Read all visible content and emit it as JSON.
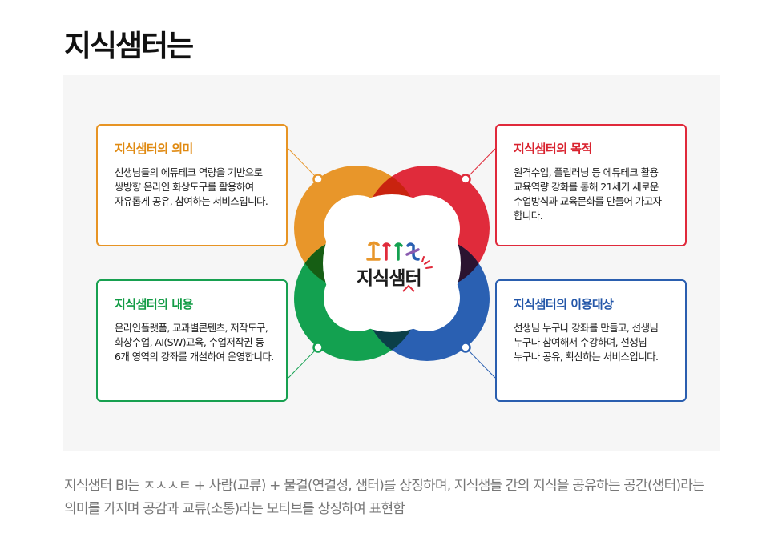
{
  "page": {
    "title": "지식샘터는"
  },
  "logo": {
    "wordmark": "지식샘터"
  },
  "cards": {
    "meaning": {
      "title": "지식샘터의 의미",
      "text": "선생님들의 에듀테크 역량을 기반으로 쌍방향 온라인 화상도구를 활용하여 자유롭게 공유, 참여하는 서비스입니다."
    },
    "purpose": {
      "title": "지식샘터의 목적",
      "text": "원격수업, 플립러닝 등 에듀테크 활용 교육역량 강화를 통해 21세기 새로운 수업방식과 교육문화를 만들어 가고자 합니다."
    },
    "content": {
      "title": "지식샘터의 내용",
      "text": "온라인플랫폼, 교과별콘텐츠, 저작도구, 화상수업, AI(SW)교육, 수업저작권 등 6개 영역의 강좌를 개설하여 운영합니다."
    },
    "target": {
      "title": "지식샘터의 이용대상",
      "text": "선생님 누구나 강좌를 만들고, 선생님 누구나 참여해서 수강하며, 선생님 누구나 공유, 확산하는 서비스입니다."
    }
  },
  "footer": {
    "description": "지식샘터 BI는 ㅈㅅㅅㅌ + 사람(교류) + 물결(연결성, 샘터)를 상징하며, 지식샘들 간의 지식을 공유하는 공간(샘터)라는 의미를 가지며 공감과 교류(소통)라는 모티브를 상징하여 표현함"
  },
  "colors": {
    "orange": "#e8962a",
    "red": "#e02b3b",
    "green": "#13a150",
    "blue": "#2a60b2",
    "panel_background": "#f6f6f6",
    "footer_text": "#777777"
  }
}
